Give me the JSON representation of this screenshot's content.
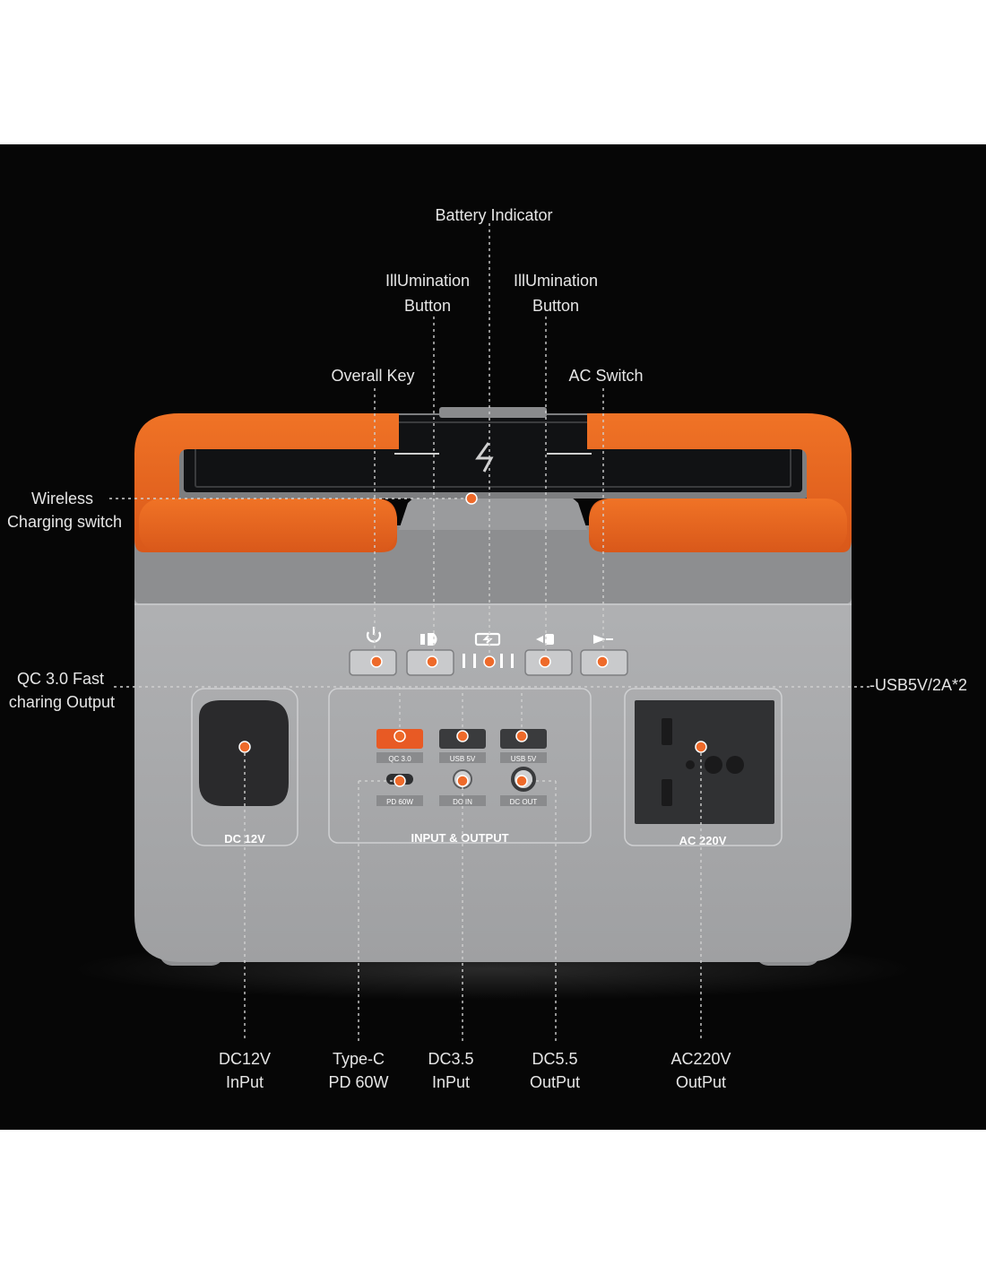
{
  "device": {
    "panel_labels": {
      "dc12v": "DC 12V",
      "io": "INPUT & OUTPUT",
      "ac": "AC 220V"
    },
    "port_labels": {
      "qc": "QC 3.0",
      "usb1": "USB 5V",
      "usb2": "USB 5V",
      "pd": "PD 60W",
      "dcin": "DC IN",
      "dcout": "DC OUT"
    }
  },
  "callouts": {
    "battery_indicator": [
      "Battery Indicator"
    ],
    "illumination_left": [
      "IllUmination",
      "Button"
    ],
    "illumination_right": [
      "IllUmination",
      "Button"
    ],
    "overall_key": [
      "Overall Key"
    ],
    "ac_switch": [
      "AC Switch"
    ],
    "wireless": [
      "Wireless",
      "Charging switch"
    ],
    "qc_output": [
      "QC 3.0 Fast",
      "charing Output"
    ],
    "usb_output": [
      "-USB5V/2A*2"
    ],
    "dc12v_input": [
      "DC12V",
      "InPut"
    ],
    "typec": [
      "Type-C",
      "PD 60W"
    ],
    "dc35": [
      "DC3.5",
      "InPut"
    ],
    "dc55": [
      "DC5.5",
      "OutPut"
    ],
    "ac220v": [
      "AC220V",
      "OutPut"
    ]
  },
  "colors": {
    "background": "#060606",
    "body_gray": "#a7a8aa",
    "body_dark_band": "#8d8e90",
    "handle_orange": "#e8651e",
    "marker_orange": "#ee6a2a",
    "port_orange": "#e85a24",
    "leader_line": "#cfcfcf"
  }
}
